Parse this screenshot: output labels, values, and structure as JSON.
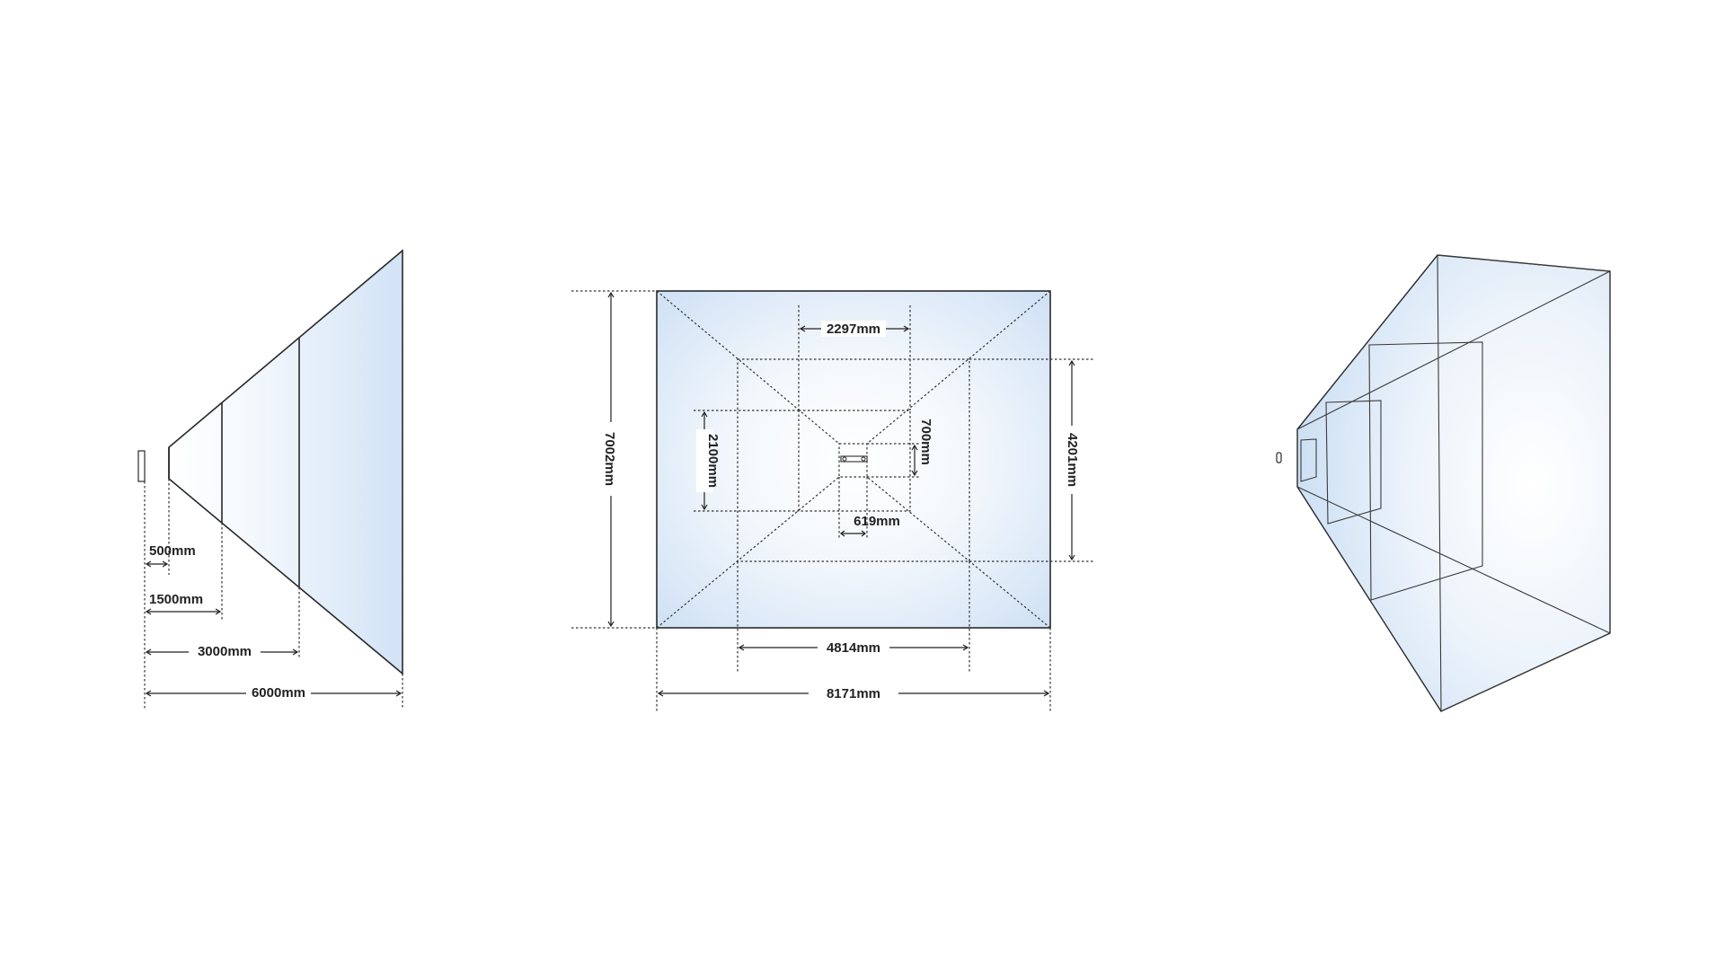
{
  "side_view": {
    "distances": [
      "500mm",
      "1500mm",
      "3000mm",
      "6000mm"
    ]
  },
  "front_view": {
    "widths": [
      "2297mm",
      "619mm",
      "4814mm",
      "8171mm"
    ],
    "heights": [
      "7002mm",
      "2100mm",
      "700mm",
      "4201mm"
    ]
  },
  "colors": {
    "fill_light": "#ffffff",
    "fill_blue": "#d4e4f6",
    "line": "#2a2a2a"
  }
}
